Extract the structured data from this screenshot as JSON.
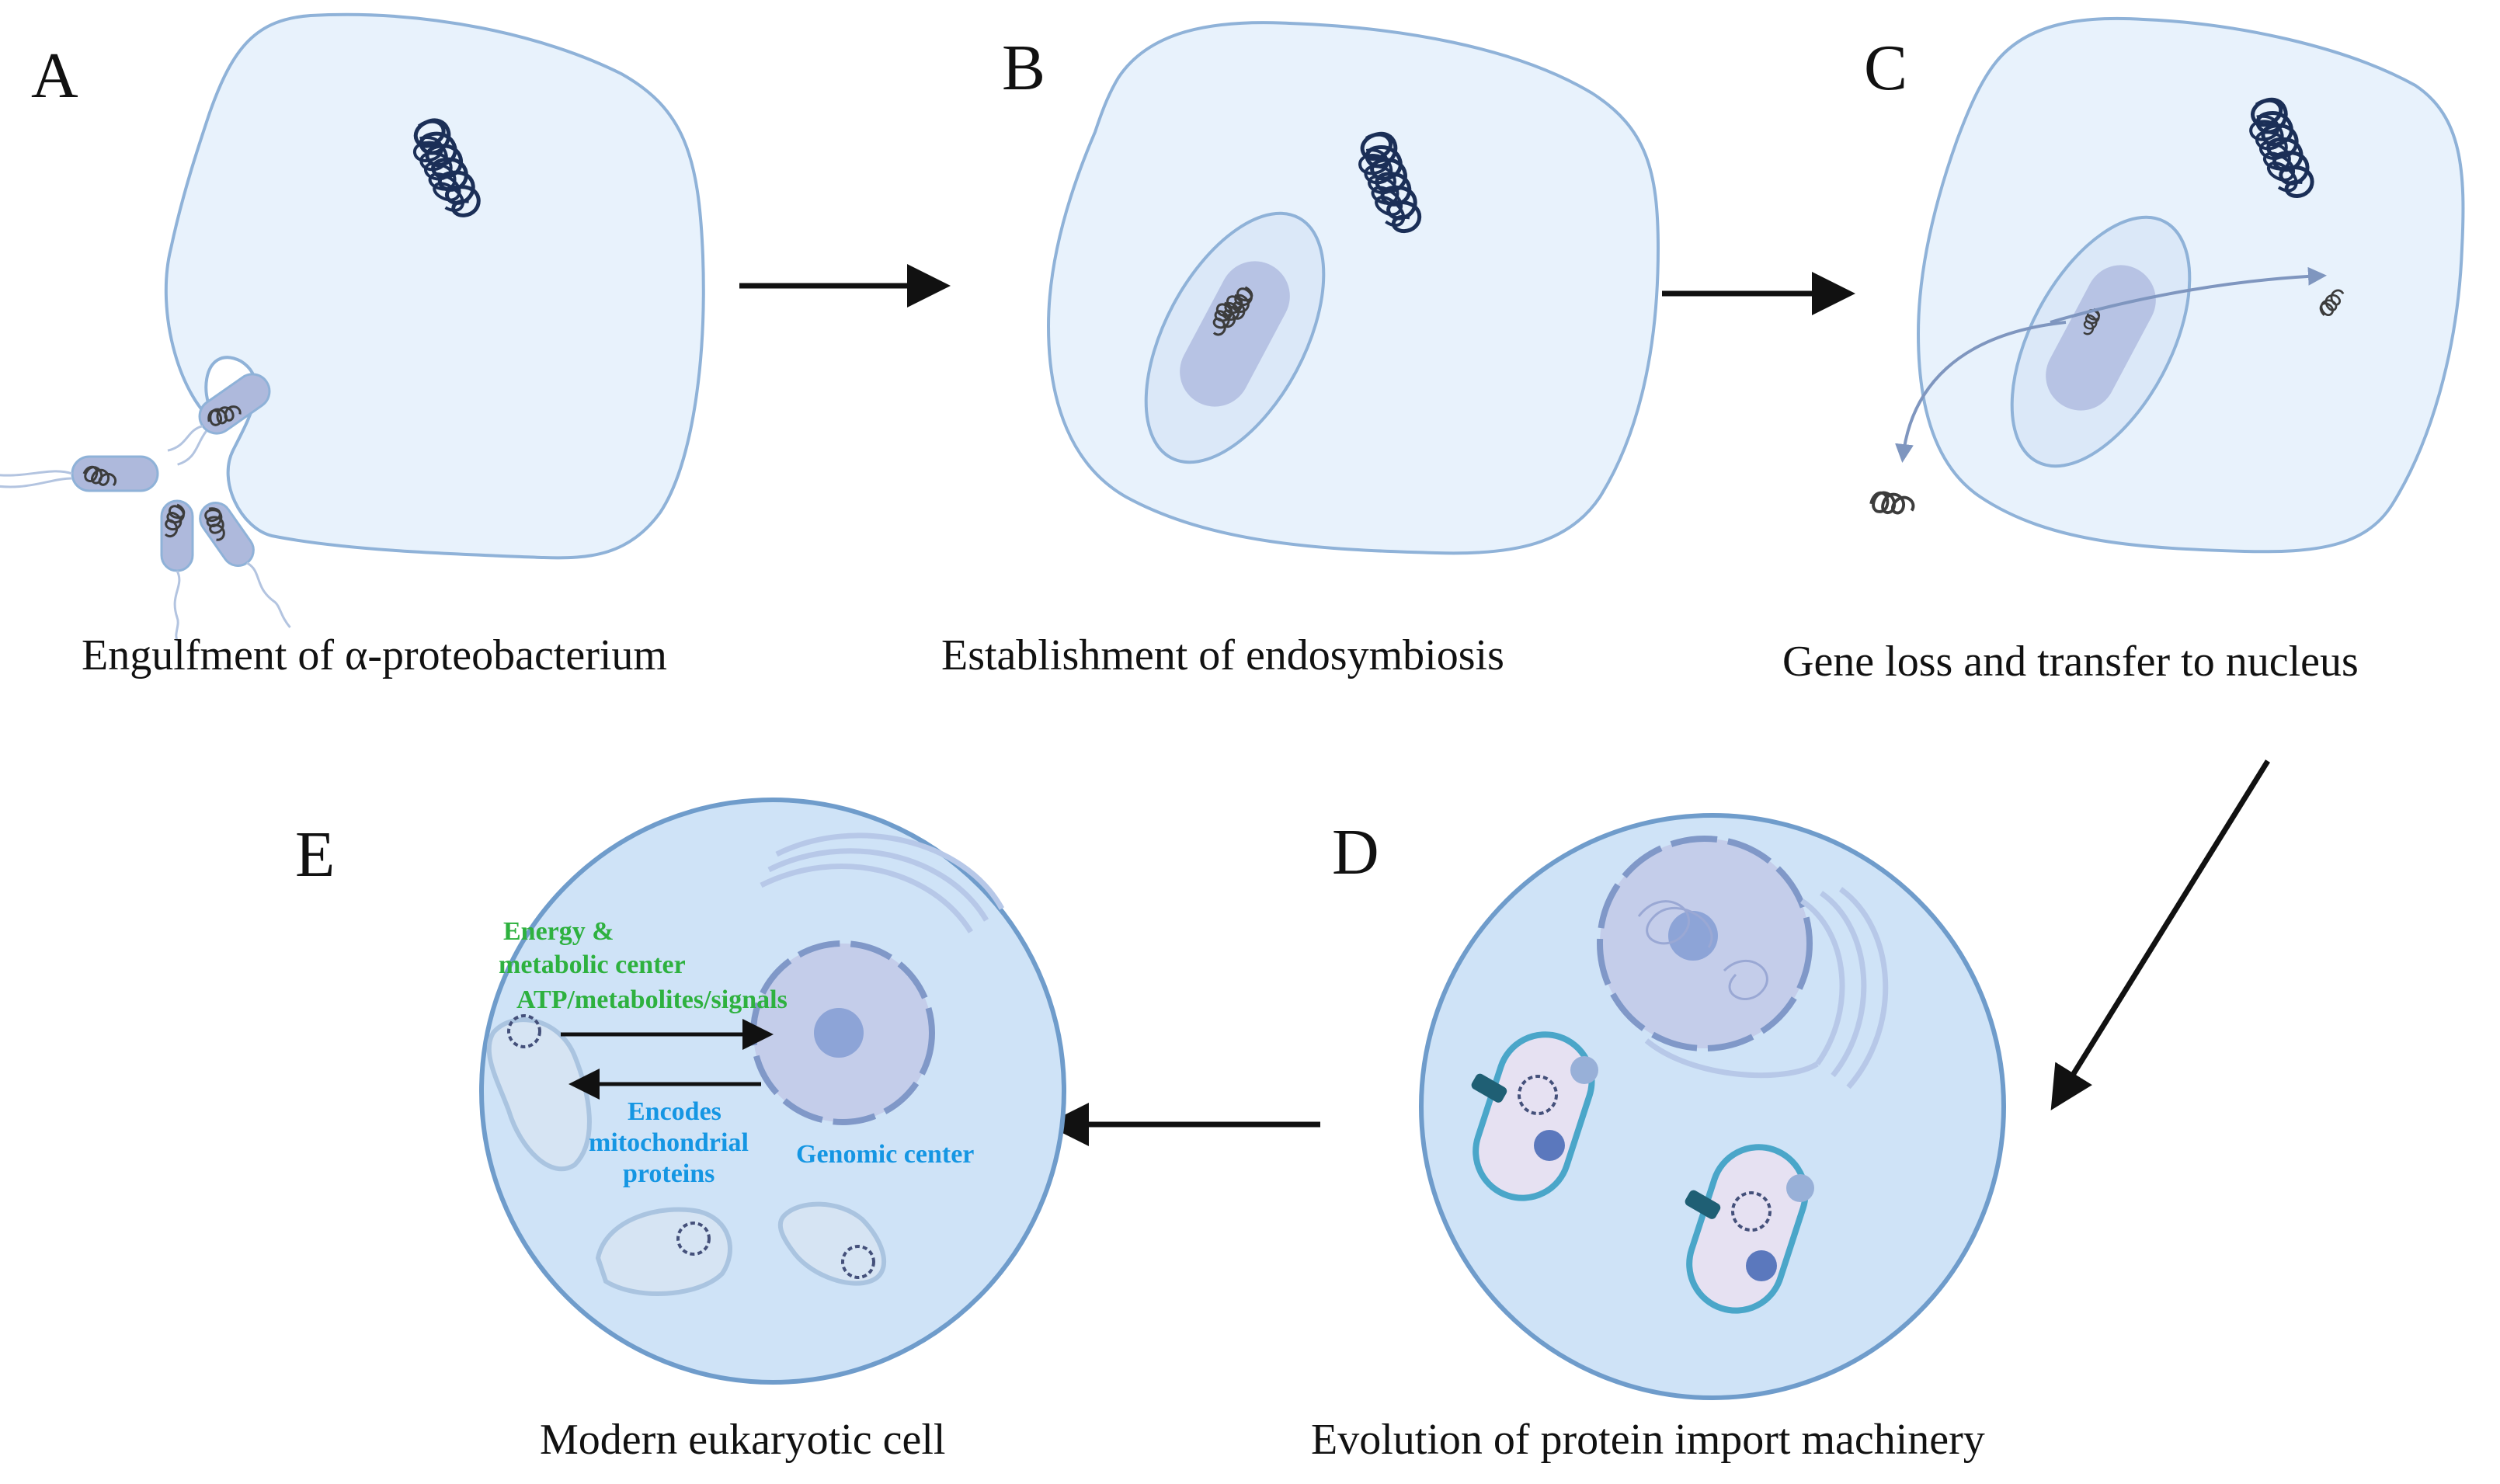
{
  "panels": {
    "a": {
      "letter": "A",
      "caption": "Engulfment of α-proteobacterium"
    },
    "b": {
      "letter": "B",
      "caption": "Establishment of endosymbiosis"
    },
    "c": {
      "letter": "C",
      "caption": "Gene loss and transfer to nucleus"
    },
    "d": {
      "letter": "D",
      "caption": "Evolution of protein import machinery"
    },
    "e": {
      "letter": "E",
      "caption": "Modern eukaryotic cell",
      "energy_label_line1": "Energy &",
      "energy_label_line2": "metabolic center",
      "atp_label": "ATP/metabolites/signals",
      "encodes_line1": "Encodes",
      "encodes_line2": "mitochondrial",
      "encodes_line3": "proteins",
      "genomic_label": "Genomic center"
    }
  },
  "colors": {
    "cell_fill": "#e8f2fc",
    "cell_stroke": "#8fb2d8",
    "dna": "#1b2f57",
    "arrow": "#111111",
    "transfer_arrow": "#7f96bf",
    "green_text": "#2eb13f",
    "blue_text": "#1596e3"
  },
  "icons": [
    "nuclear-dna-icon",
    "bacterium-icon",
    "mitochondrion-icon",
    "nucleus-icon",
    "golgi-icon",
    "import-complex-icon"
  ]
}
